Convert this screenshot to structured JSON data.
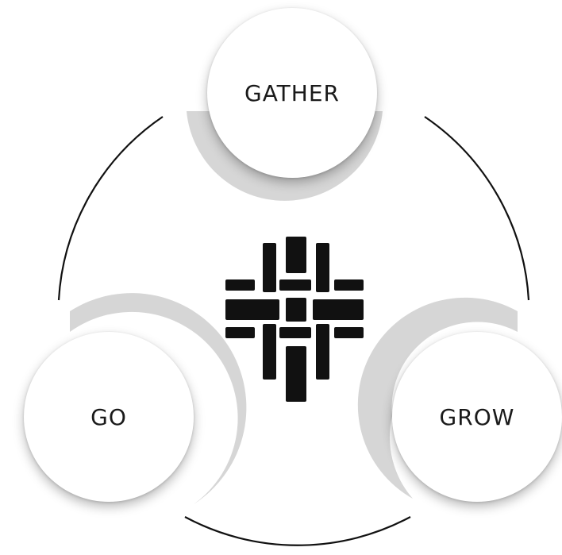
{
  "cycle": {
    "nodes": [
      {
        "id": "gather",
        "label": "GATHER"
      },
      {
        "id": "grow",
        "label": "GROW"
      },
      {
        "id": "go",
        "label": "GO"
      }
    ],
    "colors": {
      "ring": "#111111",
      "accent_band": "#d6d6d6",
      "node_fill": "#ffffff",
      "logo": "#111111",
      "text": "#1a1a1a"
    },
    "logo": {
      "icon": "woven-cross-icon"
    }
  }
}
